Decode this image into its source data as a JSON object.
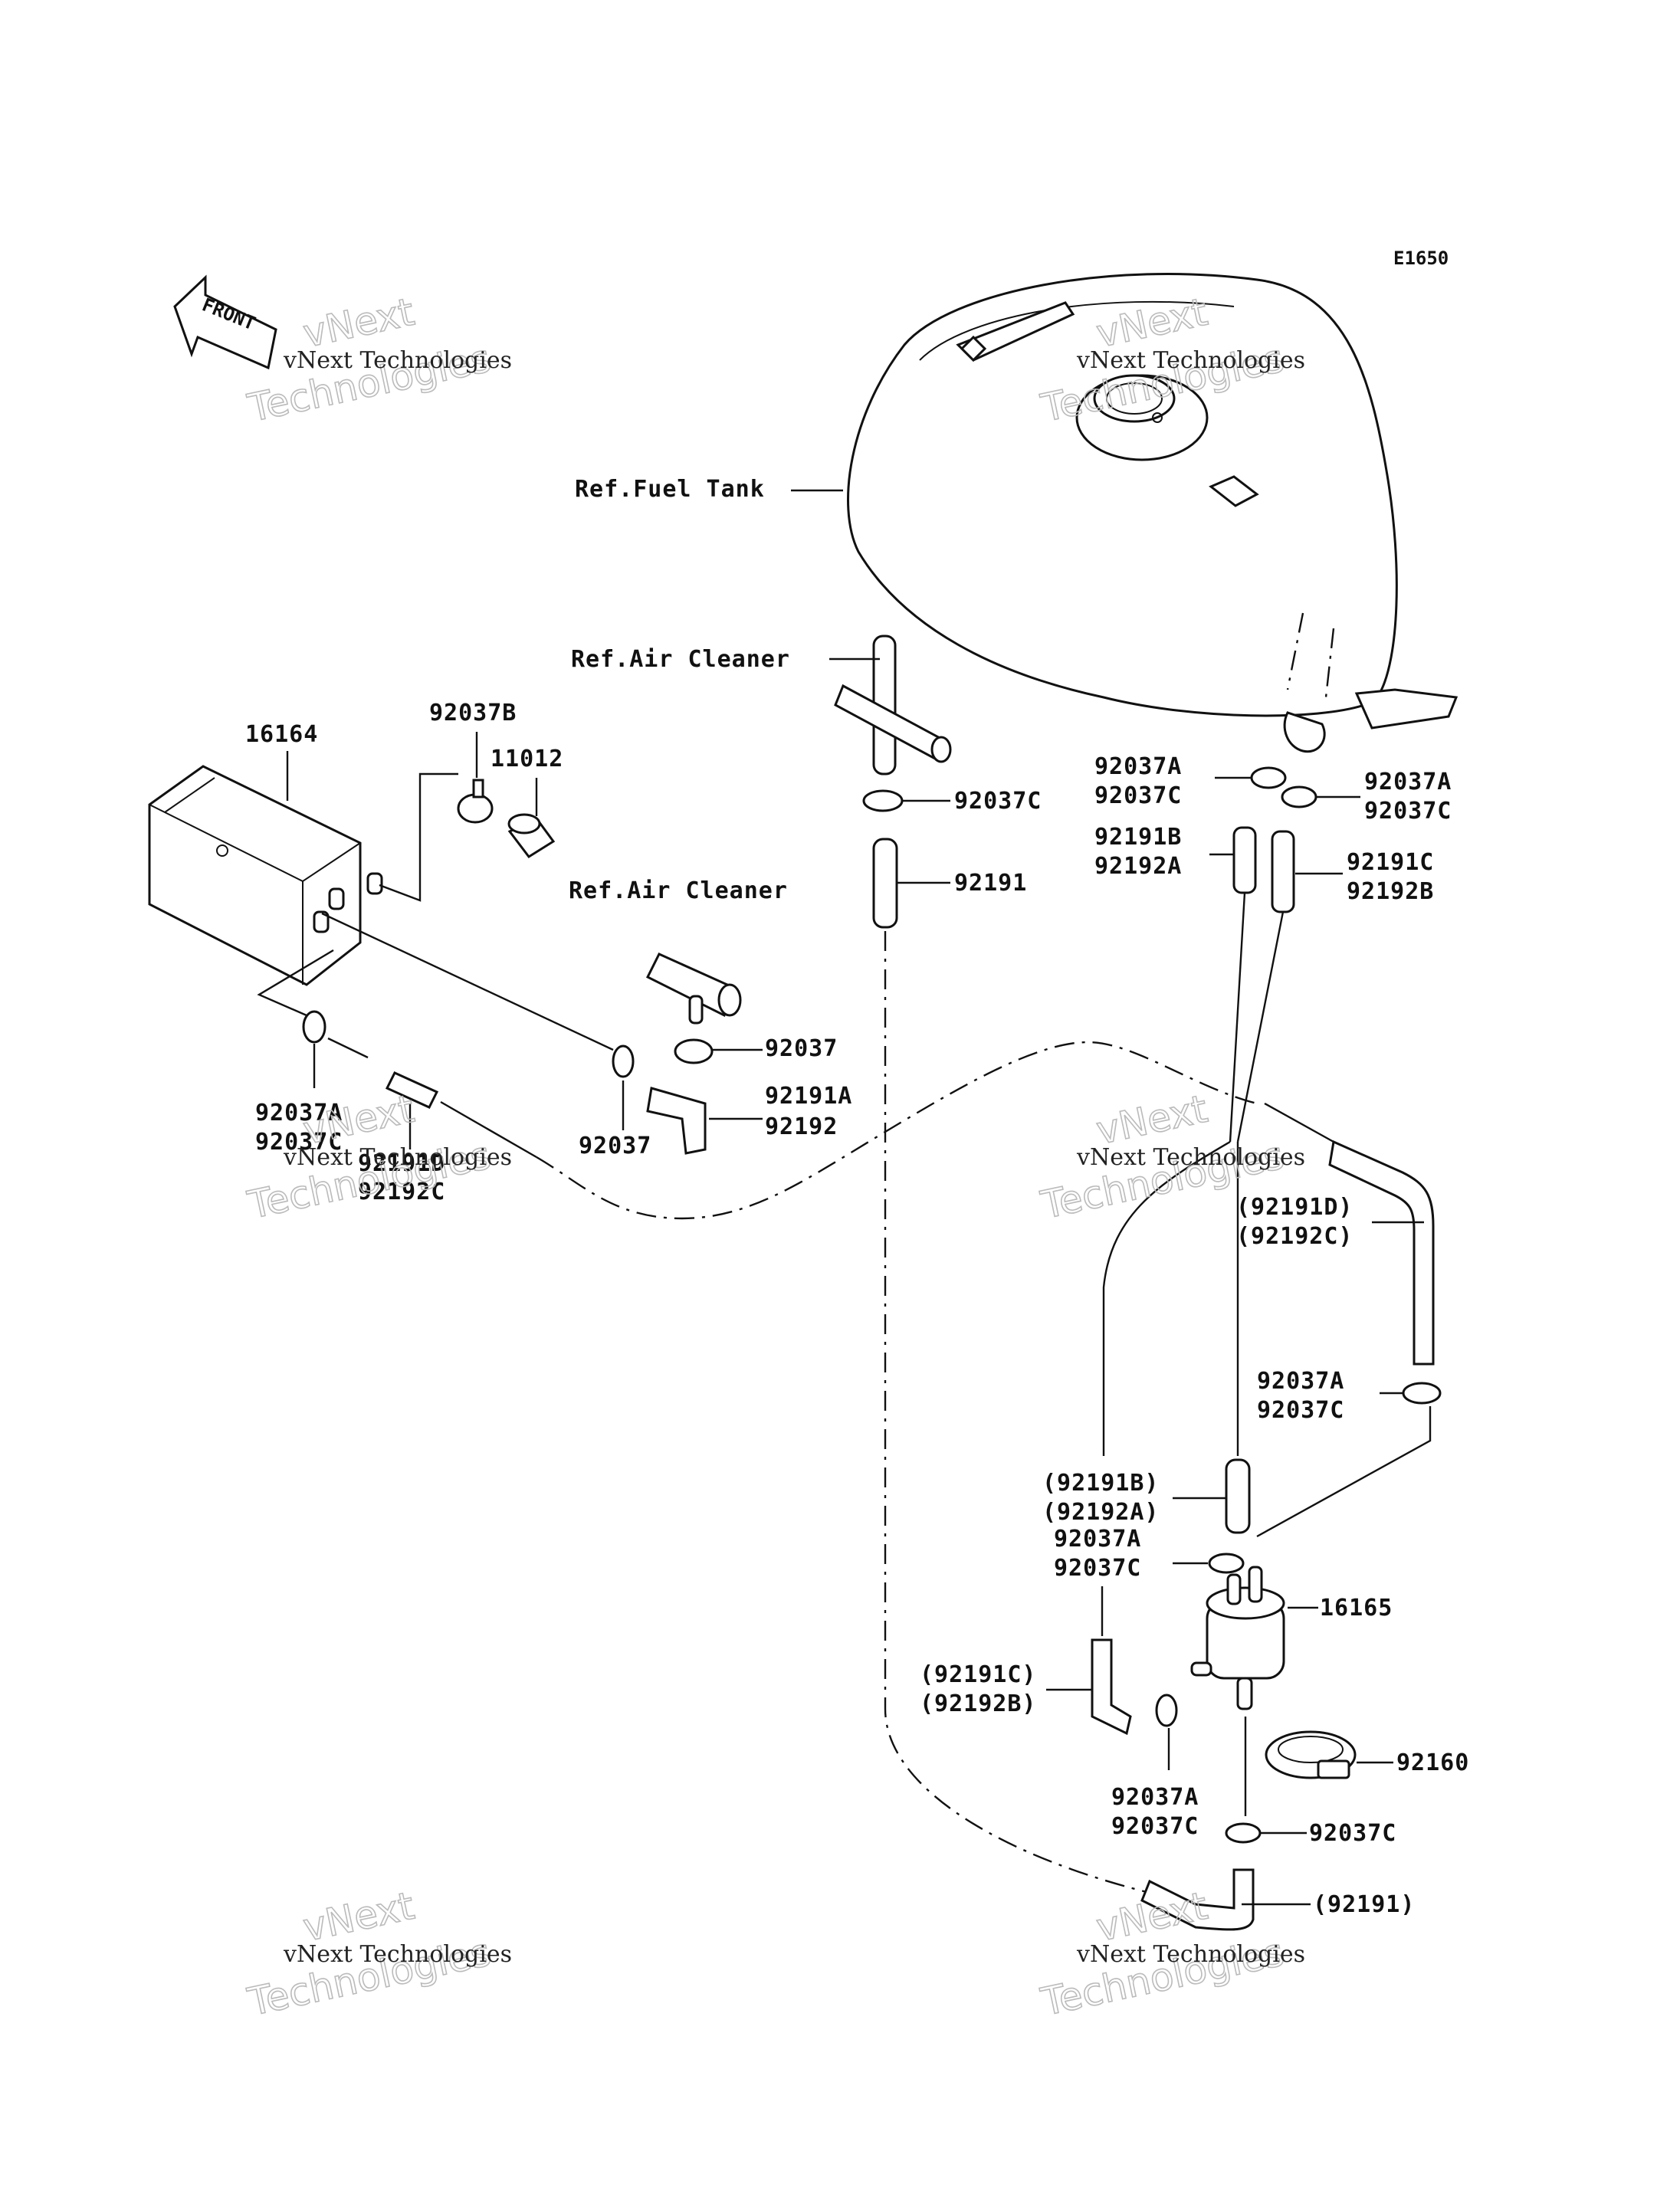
{
  "diagram_code": "E1650",
  "front_label": "FRONT",
  "watermarks": [
    {
      "line1": "vNext Technologies",
      "line2": "vNext",
      "line3": "Technologies"
    },
    {
      "line1": "vNext Technologies",
      "line2": "vNext",
      "line3": "Technologies"
    },
    {
      "line1": "vNext Technologies",
      "line2": "vNext",
      "line3": "Technologies"
    },
    {
      "line1": "vNext Technologies",
      "line2": "vNext",
      "line3": "Technologies"
    },
    {
      "line1": "vNext Technologies",
      "line2": "vNext",
      "line3": "Technologies"
    },
    {
      "line1": "vNext Technologies",
      "line2": "vNext",
      "line3": "Technologies"
    }
  ],
  "labels": {
    "ref_fuel_tank": "Ref.Fuel Tank",
    "ref_air_cleaner_1": "Ref.Air Cleaner",
    "ref_air_cleaner_2": "Ref.Air Cleaner",
    "p16164": "16164",
    "p92037b": "92037B",
    "p11012": "11012",
    "p92037c_top": "92037C",
    "p92191": "92191",
    "p92037_right": "92037",
    "p92037_below": "92037",
    "p92191a": "92191A",
    "p92192": "92192",
    "left_clamp_a": "92037A",
    "left_clamp_c": "92037C",
    "left_hose_d": "92191D",
    "left_hose_c": "92192C",
    "tank_clamp_l_a": "92037A",
    "tank_clamp_l_c": "92037C",
    "tank_clamp_r_a": "92037A",
    "tank_clamp_r_c": "92037C",
    "tank_hose_l_b": "92191B",
    "tank_hose_l_a": "92192A",
    "tank_hose_r_c": "92191C",
    "tank_hose_r_b": "92192B",
    "ret_hose_d": "(92191D)",
    "ret_hose_c": "(92192C)",
    "ret_clamp_a": "92037A",
    "ret_clamp_c": "92037C",
    "mid_hose_b": "(92191B)",
    "mid_hose_a": "(92192A)",
    "filter_clamp_a": "92037A",
    "filter_clamp_c": "92037C",
    "p16165": "16165",
    "low_hose_c": "(92191C)",
    "low_hose_b": "(92192B)",
    "low_clamp_a": "92037A",
    "low_clamp_c": "92037C",
    "p92160": "92160",
    "bottom_clamp_c": "92037C",
    "bottom_hose": "(92191)"
  }
}
